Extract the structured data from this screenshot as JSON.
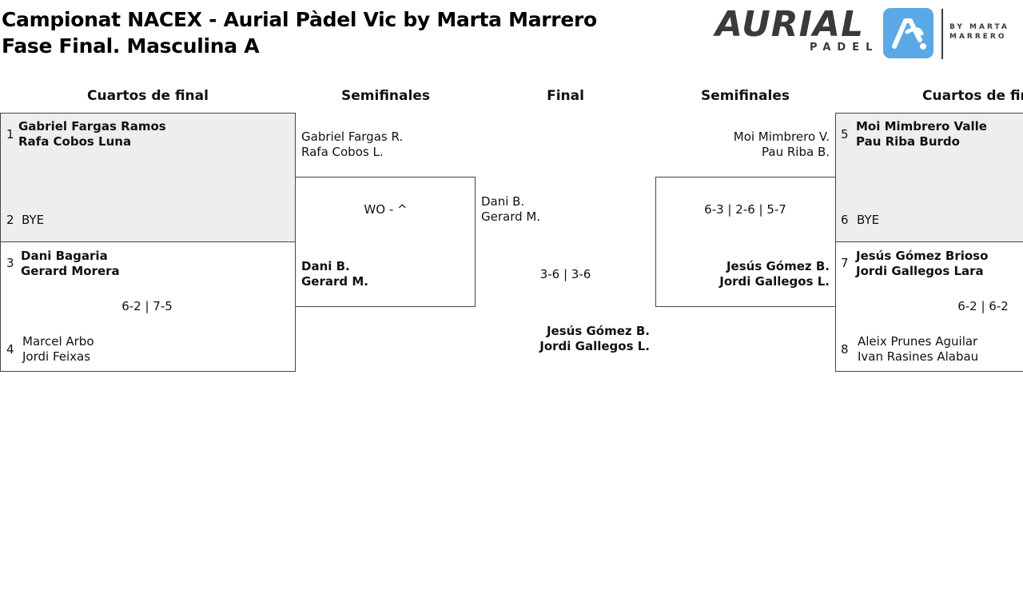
{
  "header": {
    "title_line1": "Campionat NACEX - Aurial Pàdel Vic by Marta Marrero",
    "title_line2": "Fase Final. Masculina A"
  },
  "logo": {
    "word": "AURIAL",
    "sub": "PADEL",
    "by_line1": "BY MARTA",
    "by_line2": "MARRERO",
    "color_dark": "#3a3a3a",
    "color_accent": "#5aa9e6",
    "icon": "aurial-mark-icon"
  },
  "rounds": {
    "qf_left": "Cuartos de final",
    "sf_left": "Semifinales",
    "final": "Final",
    "sf_right": "Semifinales",
    "qf_right": "Cuartos de final"
  },
  "left_qf": {
    "m1": {
      "seed_a": "1",
      "a1": "Gabriel Fargas Ramos",
      "a2": "Rafa Cobos Luna",
      "seed_b": "2",
      "b1": "BYE"
    },
    "m2": {
      "seed_a": "3",
      "a1": "Dani Bagaria",
      "a2": "Gerard Morera",
      "score": "6-2 | 7-5",
      "seed_b": "4",
      "b1": "Marcel Arbo",
      "b2": "Jordi Feixas"
    }
  },
  "left_sf": {
    "a1": "Gabriel Fargas R.",
    "a2": "Rafa Cobos L.",
    "score": "WO - ^",
    "b1": "Dani B.",
    "b2": "Gerard M."
  },
  "final": {
    "a1": "Dani B.",
    "a2": "Gerard M.",
    "score": "3-6 | 3-6",
    "b1": "Jesús Gómez B.",
    "b2": "Jordi Gallegos L."
  },
  "right_sf": {
    "a1": "Moi Mimbrero V.",
    "a2": "Pau Riba B.",
    "score": "6-3 | 2-6 | 5-7",
    "b1": "Jesús Gómez B.",
    "b2": "Jordi Gallegos L."
  },
  "right_qf": {
    "m1": {
      "seed_a": "5",
      "a1": "Moi Mimbrero Valle",
      "a2": "Pau Riba Burdo",
      "seed_b": "6",
      "b1": "BYE"
    },
    "m2": {
      "seed_a": "7",
      "a1": "Jesús Gómez Brioso",
      "a2": "Jordi Gallegos Lara",
      "score": "6-2 | 6-2",
      "seed_b": "8",
      "b1": "Aleix Prunes Aguilar",
      "b2": "Ivan Rasines Alabau"
    }
  }
}
